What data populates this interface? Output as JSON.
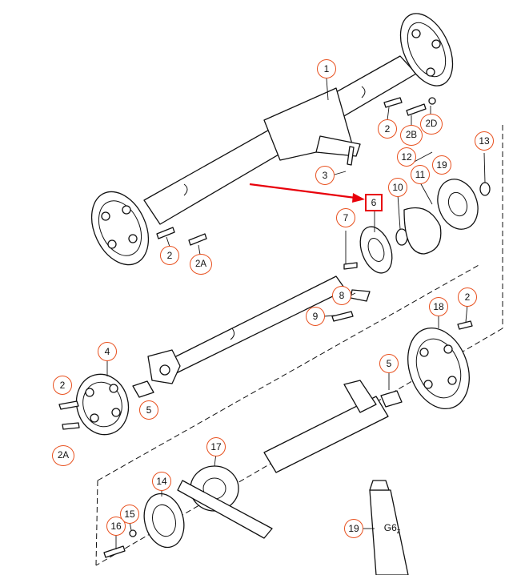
{
  "diagram": {
    "callouts": [
      "1",
      "2",
      "2B",
      "2D",
      "3",
      "2",
      "2A",
      "12",
      "19",
      "13",
      "11",
      "10",
      "6",
      "7",
      "8",
      "9",
      "2",
      "18",
      "4",
      "2",
      "5",
      "5",
      "2A",
      "17",
      "14",
      "15",
      "16",
      "19"
    ],
    "tube_label": "G6",
    "tube_label_sub": "z"
  },
  "colors": {
    "callout_ring": "#e8501e",
    "highlight": "#e8000b",
    "line": "#111111"
  }
}
